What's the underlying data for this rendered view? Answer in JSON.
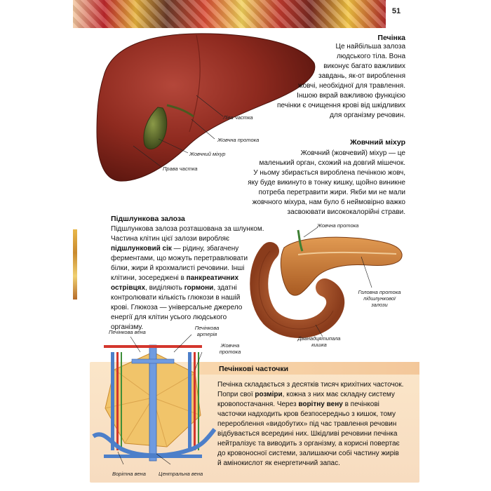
{
  "page": {
    "number": "51"
  },
  "liver": {
    "title": "Печінка",
    "lines": [
      "Це найбільша залоза",
      "людського тіла. Вона",
      "виконує багато важливих",
      "завдань, як-от вироблення",
      "жовчі, необхідної для травлення.",
      "Іншою вкрай важливою функцією",
      "печінки є очищення крові від шкідливих",
      "для організму речовин."
    ],
    "labels": {
      "left_lobe": "Ліва частка",
      "bile_duct": "Жовчна протока",
      "gallbladder": "Жовчний міхур",
      "right_lobe": "Права частка"
    }
  },
  "gallbladder": {
    "title": "Жовчний міхур",
    "lines": [
      "Жовчний (жовчевий) міхур — це",
      "маленький орган, схожий на довгий мішечок.",
      "У ньому збирається вироблена печінкою жовч,",
      "яку буде викинуто в тонку кишку, щойно виникне",
      "потреба перетравити жири. Якби ми не мали",
      "жовчного міхура, нам було б неймовірно важко",
      "засвоювати висококалорійні страви."
    ]
  },
  "pancreas": {
    "title": "Підшлункова залоза",
    "lines": [
      [
        {
          "t": "Підшлункова залоза розташована за шлунком."
        }
      ],
      [
        {
          "t": "Частина клітин цієї залози виробляє"
        }
      ],
      [
        {
          "t": "підшлунковий сік",
          "b": true
        },
        {
          "t": " — рідину, збагачену"
        }
      ],
      [
        {
          "t": "ферментами, що можуть перетравлювати"
        }
      ],
      [
        {
          "t": "білки, жири й крохмалисті речовини. Інші"
        }
      ],
      [
        {
          "t": "клітини, зосереджені в "
        },
        {
          "t": "панкреатичних",
          "b": true
        }
      ],
      [
        {
          "t": "острівцях",
          "b": true
        },
        {
          "t": ", виділяють "
        },
        {
          "t": "гормони",
          "b": true
        },
        {
          "t": ", здатні"
        }
      ],
      [
        {
          "t": "контролювати кількість глюкози в нашій"
        }
      ],
      [
        {
          "t": "крові. Глюкоза — універсальне джерело"
        }
      ],
      [
        {
          "t": "енергії для клітин усього людського"
        }
      ],
      [
        {
          "t": "організму."
        }
      ]
    ],
    "labels": {
      "bile_duct": "Жовчна протока",
      "main_duct": [
        "Головна протока",
        "підшлункової",
        "залози"
      ],
      "duodenum": [
        "Дванадцятипала",
        "кишка"
      ]
    }
  },
  "lobules": {
    "title": "Печінкові часточки",
    "lines": [
      [
        {
          "t": "Печінка складається з десятків тисяч крихітних часточок."
        }
      ],
      [
        {
          "t": "Попри свої "
        },
        {
          "t": "розміри",
          "b": true
        },
        {
          "t": ", кожна з них має складну систему"
        }
      ],
      [
        {
          "t": "кровопостачання. Через "
        },
        {
          "t": "ворітну вену",
          "b": true
        },
        {
          "t": " в печінкові"
        }
      ],
      [
        {
          "t": "часточки надходить кров безпосередньо з кишок, тому"
        }
      ],
      [
        {
          "t": "перероблення «видобутих» під час травлення речовин"
        }
      ],
      [
        {
          "t": "відбувається всередині них. Шкідливі речовини печінка"
        }
      ],
      [
        {
          "t": "нейтралізує та виводить з організму, а корисні повертає"
        }
      ],
      [
        {
          "t": "до кровоносної системи, залишаючи собі частину жирів"
        }
      ],
      [
        {
          "t": "й амінокислот як енергетичний запас."
        }
      ]
    ],
    "labels": {
      "hepatic_vein": "Печінкова вена",
      "hepatic_artery": [
        "Печінкова",
        "артерія"
      ],
      "bile_duct": [
        "Жовчна",
        "протока"
      ],
      "portal_vein": "Ворітна вена",
      "central_vein": "Центральна вена"
    }
  },
  "colors": {
    "liver": "#8e2a1f",
    "liver_dark": "#5e1710",
    "gallbladder": "#5a6b2a",
    "pancreas": "#c9762f",
    "duodenum": "#b85a30",
    "vein_blue": "#4d7fc9",
    "artery_red": "#d3362d",
    "bile_green": "#3e8f3a"
  }
}
